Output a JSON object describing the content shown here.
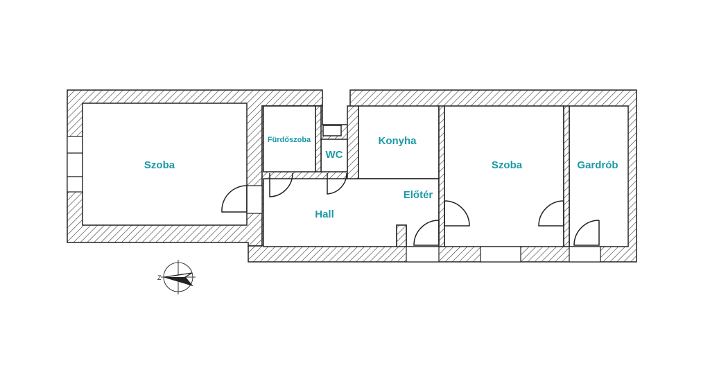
{
  "plan": {
    "accent_color": "#1b9aa6",
    "rooms": {
      "szoba_left": "Szoba",
      "furdoszoba": "Fürdőszoba",
      "wc": "WC",
      "konyha": "Konyha",
      "hall": "Hall",
      "eloter": "Előtér",
      "szoba_right": "Szoba",
      "gardrob": "Gardrób"
    },
    "compass": {
      "label": "Z",
      "icon": "compass-north-arrow-icon"
    }
  }
}
